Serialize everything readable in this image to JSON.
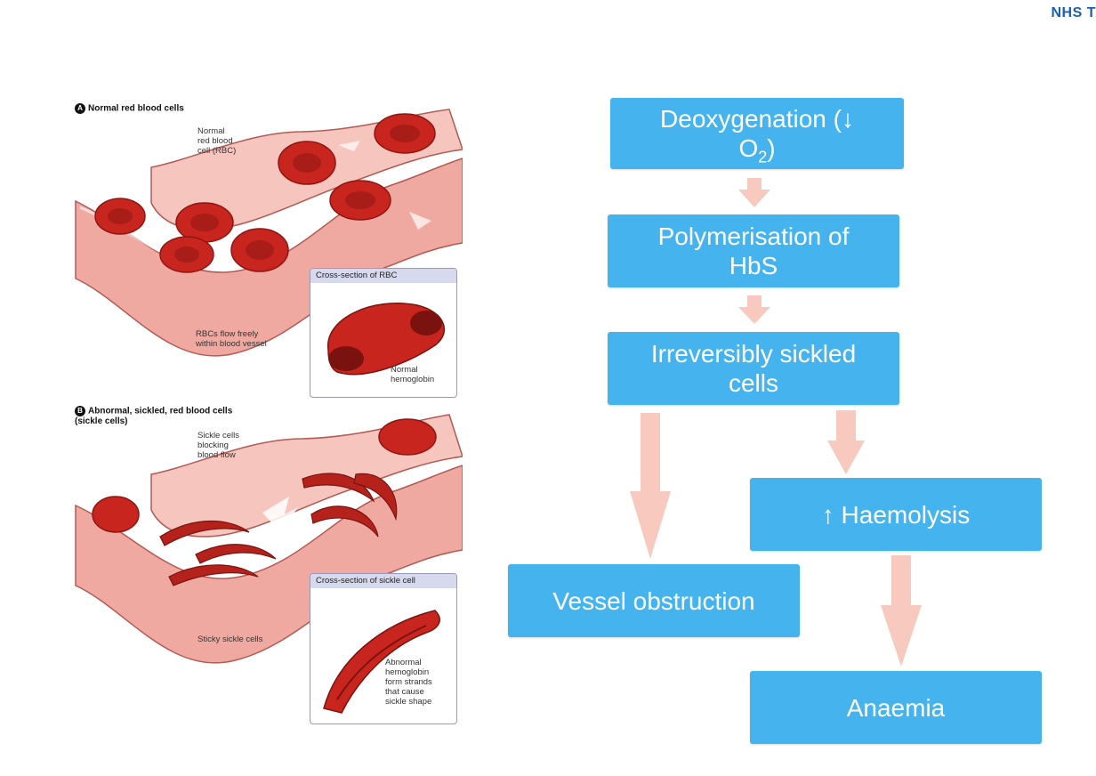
{
  "brand": "NHS T",
  "illustration": {
    "panel_a": {
      "badge": "A",
      "title": "Normal red blood cells",
      "label_normal_rbc": "Normal\nred blood\ncell (RBC)",
      "label_flow": "RBCs flow freely\nwithin blood vessel",
      "inset_title": "Cross-section of RBC",
      "inset_label": "Normal\nhemoglobin"
    },
    "panel_b": {
      "badge": "B",
      "title": "Abnormal, sickled, red blood cells\n(sickle cells)",
      "label_blocking": "Sickle cells\nblocking\nblood flow",
      "label_sticky": "Sticky sickle cells",
      "inset_title": "Cross-section of sickle cell",
      "inset_label": "Abnormal\nhemoglobin\nform strands\nthat cause\nsickle shape"
    }
  },
  "flowchart": {
    "deoxygenation_main": "Deoxygenation (↓",
    "deoxygenation_o": "O",
    "deoxygenation_sub": "2",
    "deoxygenation_close": ")",
    "polymerisation": "Polymerisation of\nHbS",
    "sickled": "Irreversibly sickled\ncells",
    "haemolysis": "↑ Haemolysis",
    "obstruction": "Vessel obstruction",
    "anaemia": "Anaemia"
  },
  "colors": {
    "box_fill": "#45b4ee",
    "box_text": "#ffffff",
    "arrow_fill": "#f7c9bf",
    "brand": "#1a5fb4",
    "rbc": "#c9251f",
    "vessel": "#f0a9a1"
  }
}
